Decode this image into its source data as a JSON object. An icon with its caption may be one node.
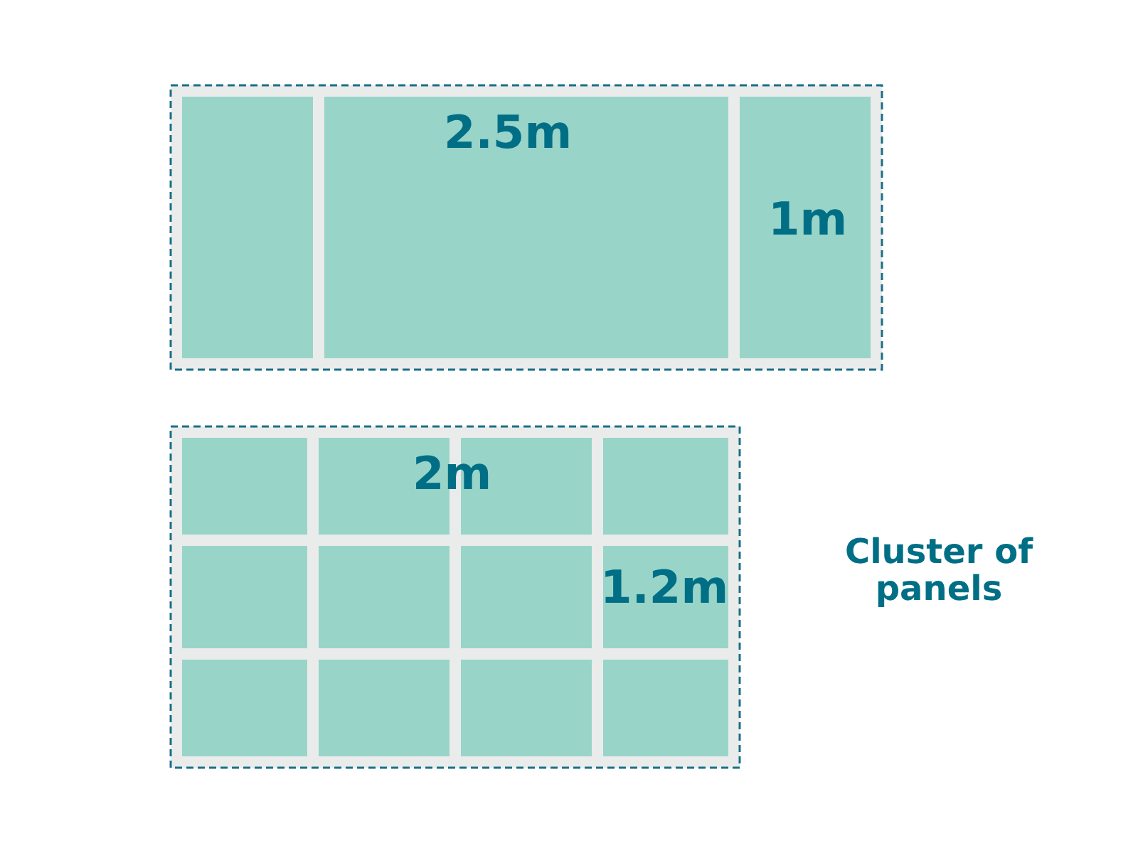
{
  "diagram": {
    "labels": [
      "2.5m",
      "1m",
      "2m",
      "1.2m",
      "Cluster of panels"
    ]
  }
}
